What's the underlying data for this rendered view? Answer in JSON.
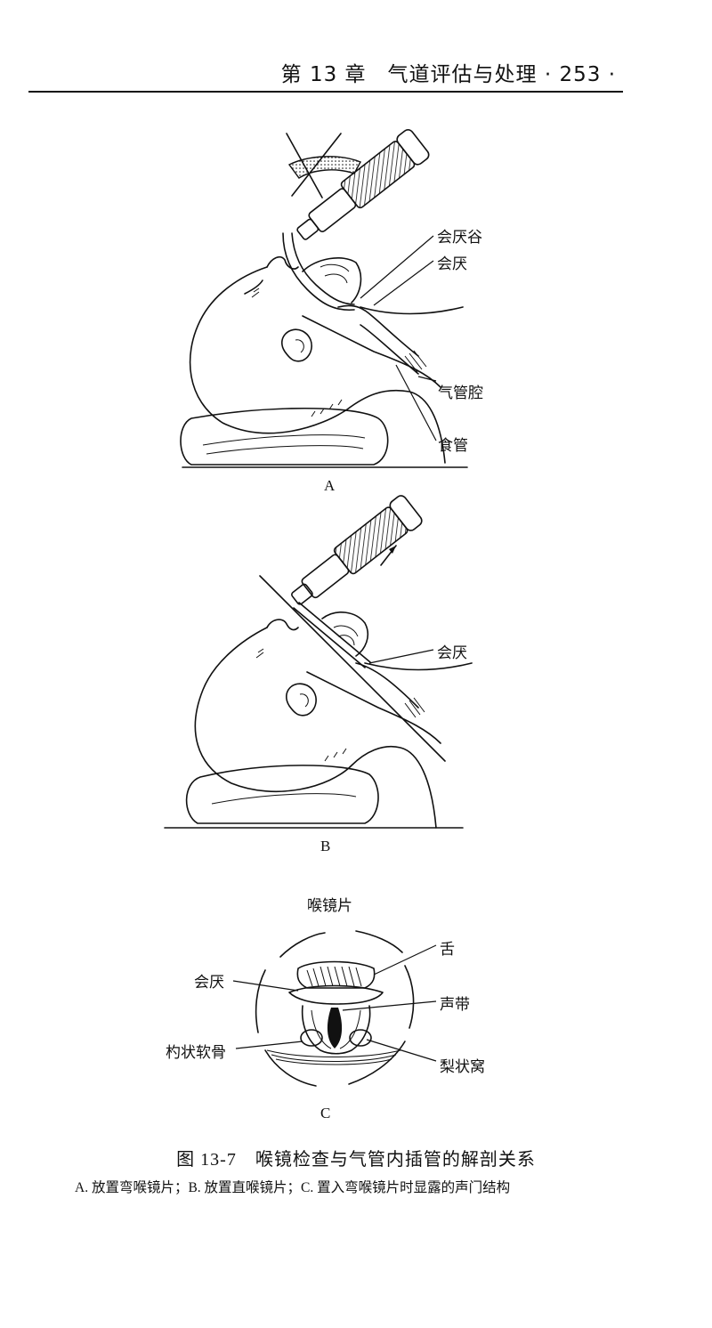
{
  "header": {
    "text": "第 13 章　气道评估与处理 · 253 ·"
  },
  "figure_a": {
    "letter": "A",
    "labels": {
      "vallecula": "会厌谷",
      "epiglottis": "会厌",
      "trachea": "气管腔",
      "esophagus": "食管"
    }
  },
  "figure_b": {
    "letter": "B",
    "labels": {
      "epiglottis": "会厌"
    }
  },
  "figure_c": {
    "letter": "C",
    "labels": {
      "blade": "喉镜片",
      "tongue": "舌",
      "epiglottis": "会厌",
      "vocal_cords": "声带",
      "arytenoid": "杓状软骨",
      "piriform": "梨状窝"
    }
  },
  "caption": {
    "title": "图 13-7　喉镜检查与气管内插管的解剖关系",
    "note": "A. 放置弯喉镜片；B. 放置直喉镜片；C. 置入弯喉镜片时显露的声门结构"
  }
}
